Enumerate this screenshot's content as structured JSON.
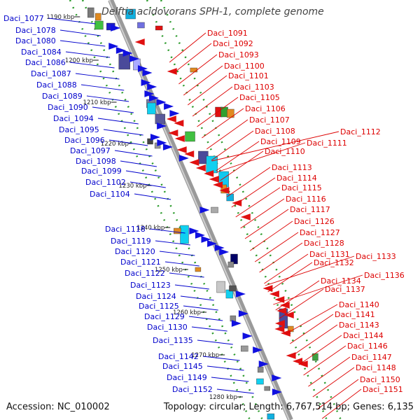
{
  "title": "Delftia acidovorans SPH-1, complete genome",
  "footer": {
    "accession": "Accession: NC_010002",
    "summary": "Topology: circular; Length: 6,767,514 bp; Genes: 6,135"
  },
  "colors": {
    "backbone": "#9a9a9a",
    "left_label": "#0000cc",
    "right_label": "#dd0000",
    "tick": "#2a9a2a",
    "forward_arrow": "#1010e0",
    "reverse_arrow": "#e01010"
  },
  "kbp_ticks": [
    "1190 kbp",
    "1200 kbp",
    "1210 kbp",
    "1220 kbp",
    "1230 kbp",
    "1240 kbp",
    "1250 kbp",
    "1260 kbp",
    "1270 kbp",
    "1280 kbp"
  ],
  "left_genes": [
    "Daci_1077",
    "Daci_1078",
    "Daci_1080",
    "Daci_1084",
    "Daci_1086",
    "Daci_1087",
    "Daci_1088",
    "Daci_1089",
    "Daci_1090",
    "Daci_1094",
    "Daci_1095",
    "Daci_1096",
    "Daci_1097",
    "Daci_1098",
    "Daci_1099",
    "Daci_1102",
    "Daci_1104",
    "Daci_1118",
    "Daci_1119",
    "Daci_1120",
    "Daci_1121",
    "Daci_1122",
    "Daci_1123",
    "Daci_1124",
    "Daci_1125",
    "Daci_1129",
    "Daci_1130",
    "Daci_1135",
    "Daci_1142",
    "Daci_1145",
    "Daci_1149",
    "Daci_1152"
  ],
  "right_genes": [
    "Daci_1091",
    "Daci_1092",
    "Daci_1093",
    "Daci_1100",
    "Daci_1101",
    "Daci_1103",
    "Daci_1105",
    "Daci_1106",
    "Daci_1107",
    "Daci_1108",
    "Daci_1112",
    "Daci_1109",
    "Daci_1111",
    "Daci_1110",
    "Daci_1113",
    "Daci_1114",
    "Daci_1115",
    "Daci_1116",
    "Daci_1117",
    "Daci_1126",
    "Daci_1127",
    "Daci_1128",
    "Daci_1131",
    "Daci_1133",
    "Daci_1132",
    "Daci_1136",
    "Daci_1134",
    "Daci_1137",
    "Daci_1140",
    "Daci_1141",
    "Daci_1143",
    "Daci_1144",
    "Daci_1146",
    "Daci_1147",
    "Daci_1148",
    "Daci_1150",
    "Daci_1151"
  ]
}
